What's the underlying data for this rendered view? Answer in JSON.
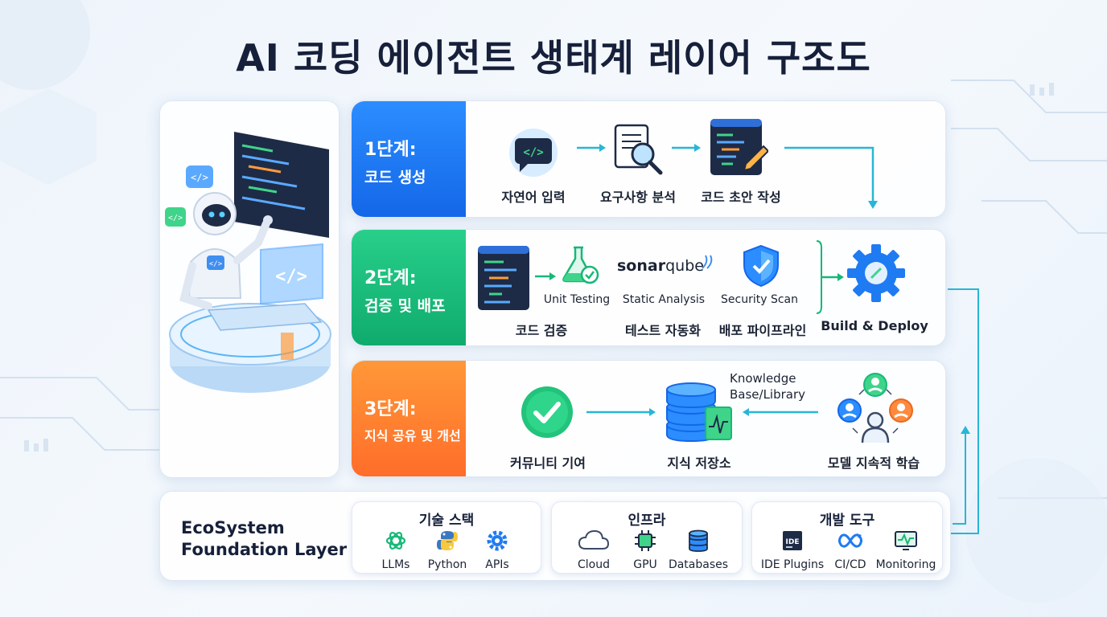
{
  "title": "AI 코딩 에이전트 생태계 레이어 구조도",
  "stages": [
    {
      "num": "1단계:",
      "name": "코드 생성",
      "steps": [
        "자연어 입력",
        "요구사항 분석",
        "코드 초안 작성"
      ]
    },
    {
      "num": "2단계:",
      "name": "검증 및 배포",
      "tools": [
        "Unit Testing",
        "Static Analysis",
        "Security Scan"
      ],
      "sonar": {
        "a": "sonar",
        "b": "qube"
      },
      "steps": [
        "코드 검증",
        "테스트 자동화",
        "배포 파이프라인"
      ],
      "deploy": "Build & Deploy"
    },
    {
      "num": "3단계:",
      "name": "지식 공유 및 개선",
      "steps": [
        "커뮤니티 기여",
        "지식 저장소",
        "모델 지속적 학습"
      ],
      "kb_line1": "Knowledge",
      "kb_line2": "Base/Library"
    }
  ],
  "foundation": {
    "title_line1": "EcoSystem",
    "title_line2": "Foundation Layer",
    "groups": [
      {
        "title": "기술 스택",
        "items": [
          "LLMs",
          "Python",
          "APIs"
        ]
      },
      {
        "title": "인프라",
        "items": [
          "Cloud",
          "GPU",
          "Databases"
        ]
      },
      {
        "title": "개발 도구",
        "items": [
          "IDE Plugins",
          "CI/CD",
          "Monitoring"
        ]
      }
    ],
    "ide_badge": "IDE"
  },
  "colors": {
    "blue": "#1f7bf2",
    "green": "#17b878",
    "orange": "#ff7d2e",
    "cyan": "#27b6d6"
  }
}
